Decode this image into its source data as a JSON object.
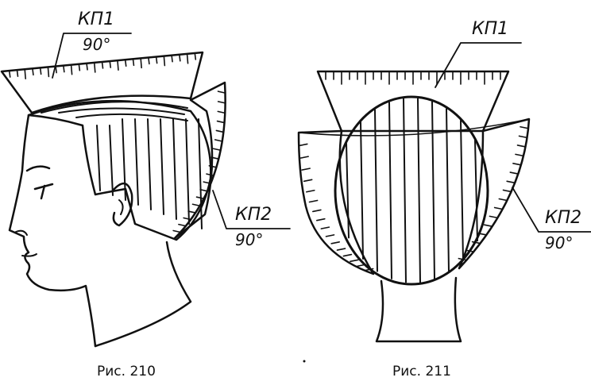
{
  "figure_210": {
    "caption": "Рис. 210",
    "label_top": {
      "name": "КП1",
      "angle": "90°"
    },
    "label_side": {
      "name": "КП2",
      "angle": "90°"
    }
  },
  "figure_211": {
    "caption": "Рис. 211",
    "label_top": {
      "name": "КП1"
    },
    "label_side": {
      "name": "КП2",
      "angle": "90°"
    }
  },
  "colors": {
    "ink": "#111111",
    "background": "#ffffff"
  }
}
